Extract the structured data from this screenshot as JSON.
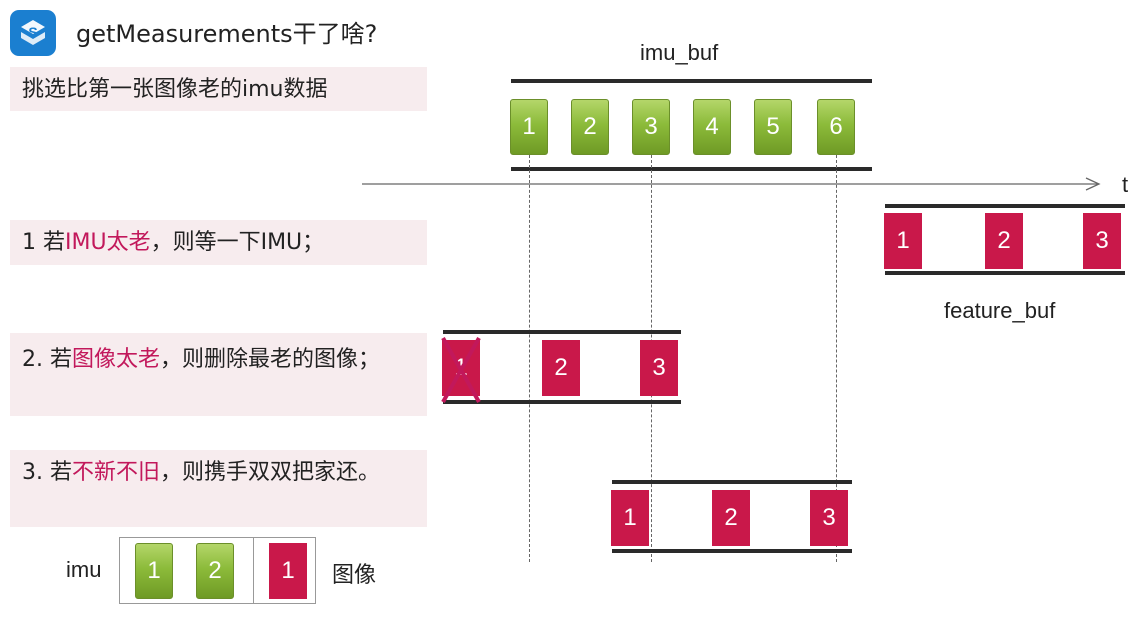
{
  "header": {
    "logo_icon": "s-logo-icon",
    "title": "getMeasurements干了啥?"
  },
  "panels": {
    "intro": "挑选比第一张图像老的imu数据",
    "case1": {
      "prefix": "1 若",
      "highlight": "IMU太老",
      "suffix": "，则等一下IMU；"
    },
    "case2": {
      "prefix": "2. 若",
      "highlight": "图像太老",
      "suffix": "，则删除最老的图像；"
    },
    "case3": {
      "prefix": "3. 若",
      "highlight": "不新不旧",
      "suffix": "，则携手双双把家还。"
    }
  },
  "imu_buf": {
    "label": "imu_buf",
    "items": [
      "1",
      "2",
      "3",
      "4",
      "5",
      "6"
    ]
  },
  "timeline": {
    "axis_label": "t"
  },
  "feature_buf": {
    "label": "feature_buf",
    "items": [
      "1",
      "2",
      "3"
    ]
  },
  "case2_buf": {
    "items": [
      "1",
      "2",
      "3"
    ],
    "crossed_icon": "cross-mark-icon"
  },
  "case3_buf": {
    "items": [
      "1",
      "2",
      "3"
    ]
  },
  "legend": {
    "imu_label": "imu",
    "imu_items": [
      "1",
      "2"
    ],
    "image_items": [
      "1"
    ],
    "image_label": "图像"
  },
  "colors": {
    "imu_green": "#8cbb3a",
    "image_red": "#c9184a",
    "highlight": "#c2185b",
    "panel_bg": "#f7ecee",
    "logo_blue": "#1b7fd0"
  }
}
